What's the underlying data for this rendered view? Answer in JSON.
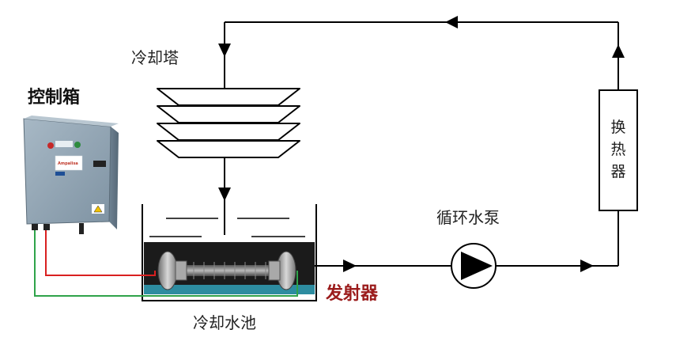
{
  "labels": {
    "cooling_tower": "冷却塔",
    "control_box": "控制箱",
    "heat_exchanger_chars": [
      "换",
      "热",
      "器"
    ],
    "pump": "循环水泵",
    "emitter": "发射器",
    "pool": "冷却水池"
  },
  "colors": {
    "line": "#000000",
    "control_box_face": "#8ea2b1",
    "power_wire_red": "#d92020",
    "signal_wire_green": "#2fa34a",
    "emitter_label": "#9b1c1c"
  },
  "icons": {
    "flow_arrow": "triangle-arrowhead",
    "pump": "circle-with-triangle-pump-symbol"
  }
}
